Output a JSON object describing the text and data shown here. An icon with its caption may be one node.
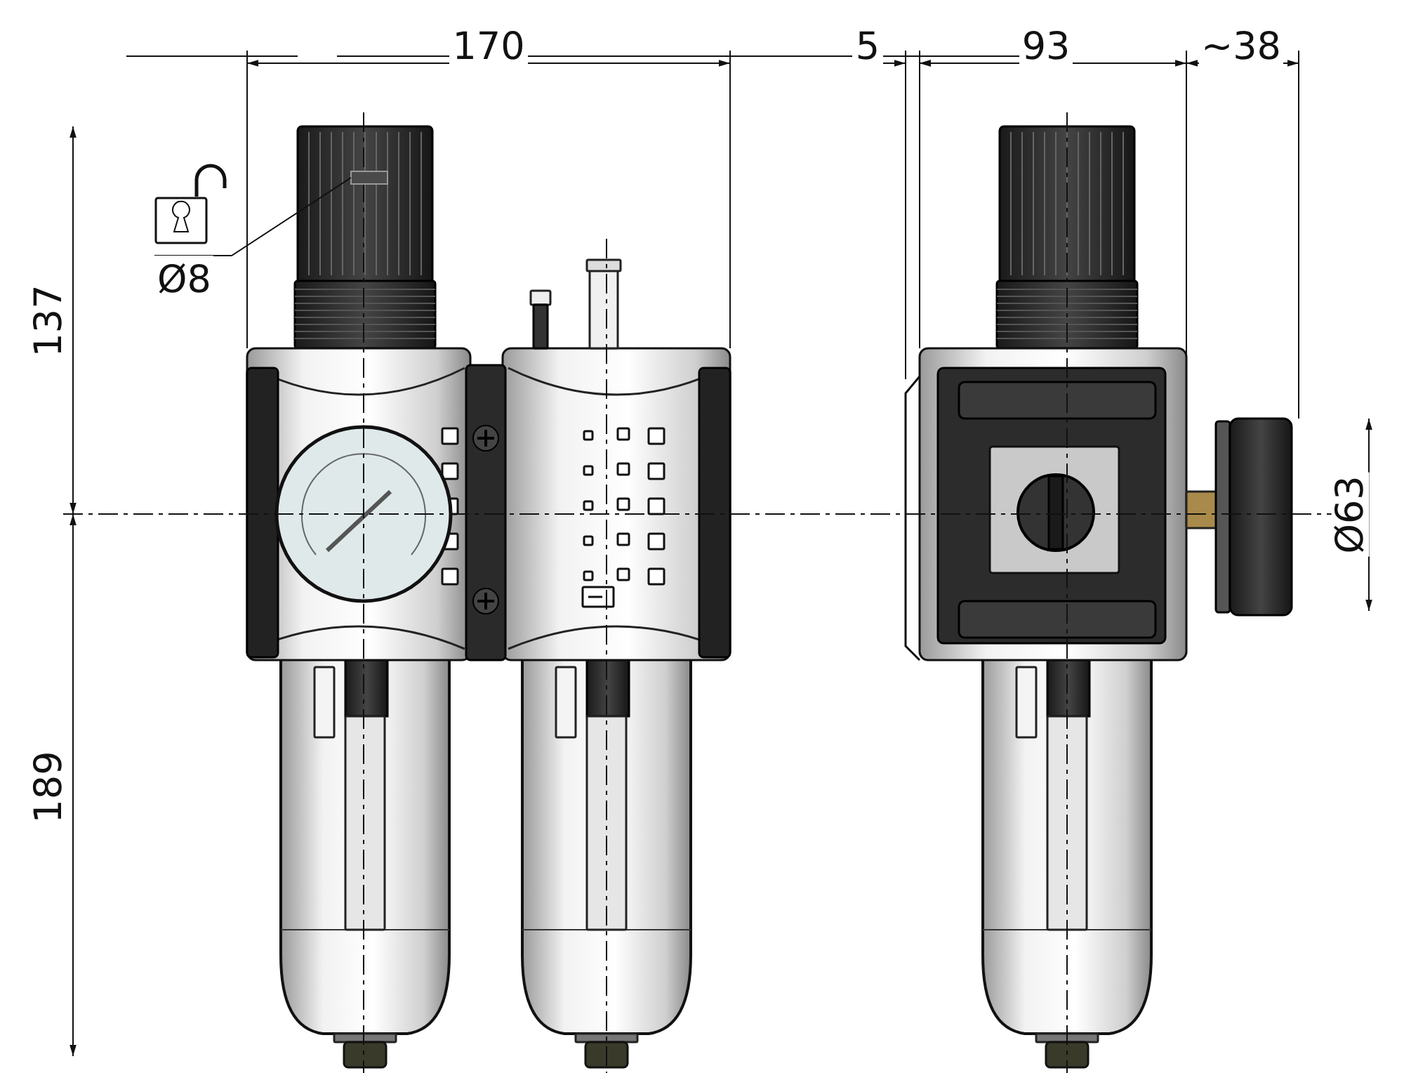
{
  "diagram": {
    "nodes": [
      {
        "text": [
          "Ø8"
        ]
      },
      {
        "text": [],
        "shape": "box"
      }
    ],
    "edges": [
      {
        "from": 0,
        "to": 1,
        "arrow": "none"
      }
    ],
    "labels": [
      "170",
      "5",
      "93",
      "~38",
      "137",
      "189",
      "Ø63"
    ]
  }
}
